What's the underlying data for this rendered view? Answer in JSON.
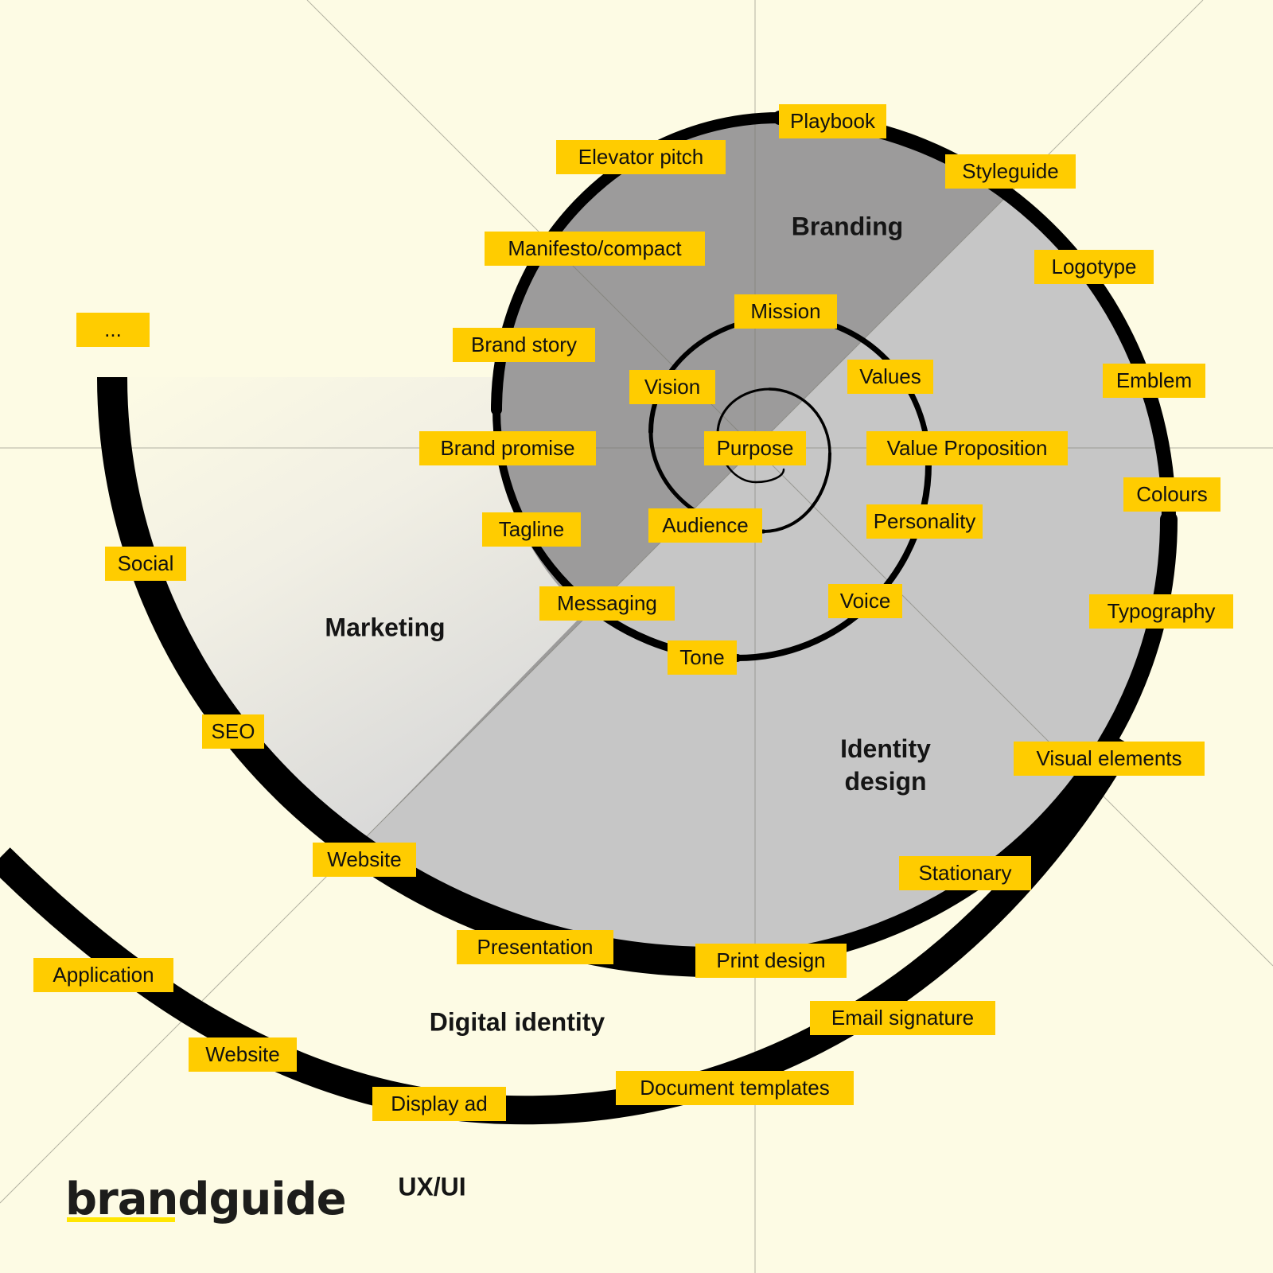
{
  "colors": {
    "background": "#fdfbe4",
    "label": "#ffcc00",
    "branding_fill": "#9c9b9b",
    "identity_fill": "#c6c6c6",
    "marketing_fill": "#dcdcdc",
    "spiral": "#000000",
    "logo_underline": "#ffe600"
  },
  "sections": {
    "branding": "Branding",
    "marketing": "Marketing",
    "identity_line1": "Identity",
    "identity_line2": "design",
    "digital_identity": "Digital identity",
    "ux_ui": "UX/UI"
  },
  "labels": {
    "playbook": "Playbook",
    "elevator_pitch": "Elevator pitch",
    "styleguide": "Styleguide",
    "manifesto": "Manifesto/compact",
    "logotype": "Logotype",
    "mission": "Mission",
    "brand_story": "Brand story",
    "values": "Values",
    "emblem": "Emblem",
    "vision": "Vision",
    "brand_promise": "Brand promise",
    "purpose": "Purpose",
    "value_proposition": "Value Proposition",
    "colours": "Colours",
    "tagline": "Tagline",
    "audience": "Audience",
    "personality": "Personality",
    "social": "Social",
    "messaging": "Messaging",
    "voice": "Voice",
    "typography": "Typography",
    "tone": "Tone",
    "seo": "SEO",
    "visual_elements": "Visual elements",
    "website_marketing": "Website",
    "stationary": "Stationary",
    "presentation": "Presentation",
    "print_design": "Print design",
    "application": "Application",
    "email_signature": "Email signature",
    "website_digital": "Website",
    "document_templates": "Document templates",
    "display_ad": "Display ad",
    "more": "..."
  },
  "logo": {
    "text": "brandguide"
  }
}
